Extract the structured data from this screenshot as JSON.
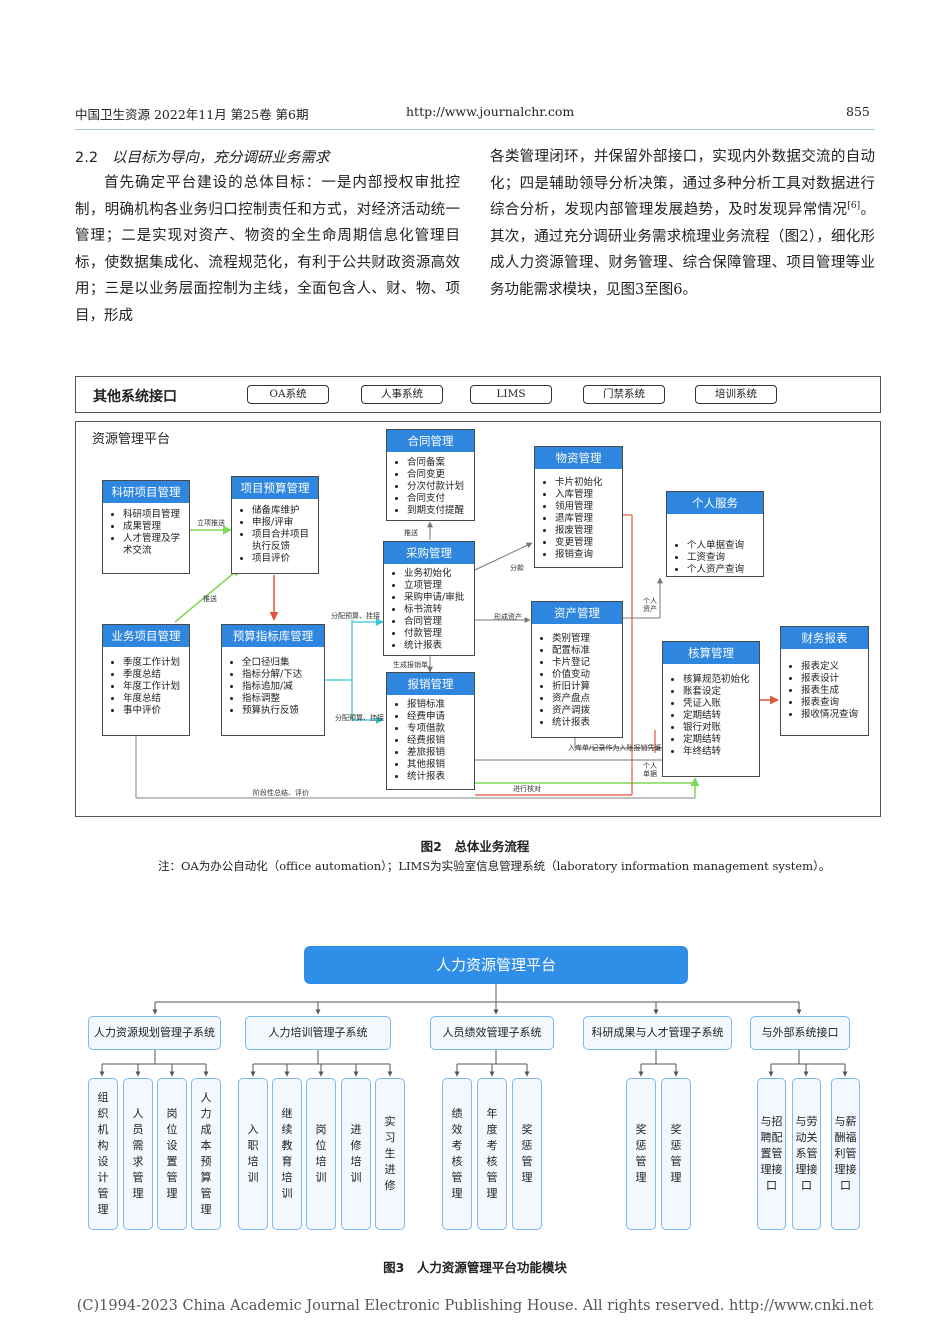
{
  "header": {
    "journal": "中国卫生资源  2022年11月  第25卷  第6期",
    "url": "http://www.journalchr.com",
    "page": "855"
  },
  "section": {
    "number": "2.2",
    "title": "以目标为导向，充分调研业务需求"
  },
  "body": {
    "left": "首先确定平台建设的总体目标：一是内部授权审批控制，明确机构各业务归口控制责任和方式，对经济活动统一管理；二是实现对资产、物资的全生命周期信息化管理目标，使数据集成化、流程规范化，有利于公共财政资源高效用；三是以业务层面控制为主线，全面包含人、财、物、项目，形成",
    "right": "各类管理闭环，并保留外部接口，实现内外数据交流的自动化；四是辅助领导分析决策，通过多种分析工具对数据进行综合分析，发现内部管理发展趋势，及时发现异常情况",
    "right_ref": "[6]",
    "right_tail": "。其次，通过充分调研业务需求梳理业务流程（图2），细化形成人力资源管理、财务管理、综合保障管理、项目管理等业务功能需求模块，见图3至图6。"
  },
  "fig2": {
    "interface_title": "其他系统接口",
    "interfaces": [
      "OA系统",
      "人事系统",
      "LIMS",
      "门禁系统",
      "培训系统"
    ],
    "platform_title": "资源管理平台",
    "boxes": {
      "kyxm": {
        "title": "科研项目管理",
        "items": [
          "科研项目管理",
          "成果管理",
          "人才管理及学术交流"
        ]
      },
      "xmys": {
        "title": "项目预算管理",
        "items": [
          "储备库维护",
          "申报/评审",
          "项目合并项目执行反馈",
          "项目评价"
        ]
      },
      "ywxm": {
        "title": "业务项目管理",
        "items": [
          "季度工作计划",
          "季度总结",
          "年度工作计划",
          "年度总结",
          "事中评价"
        ]
      },
      "yszb": {
        "title": "预算指标库管理",
        "items": [
          "全口径归集",
          "指标分解/下达",
          "指标追加/减",
          "指标调整",
          "预算执行反馈"
        ]
      },
      "htgl": {
        "title": "合同管理",
        "items": [
          "合同备案",
          "合同变更",
          "分次付款计划",
          "合同支付",
          "到期支付提醒"
        ]
      },
      "cggl": {
        "title": "采购管理",
        "items": [
          "业务初始化",
          "立项管理",
          "采购申请/审批",
          "标书流转",
          "合同管理",
          "付款管理",
          "统计报表"
        ]
      },
      "bxgl": {
        "title": "报销管理",
        "items": [
          "报销标准",
          "经费申请",
          "专项借款",
          "经费报销",
          "差旅报销",
          "其他报销",
          "统计报表"
        ]
      },
      "wzgl": {
        "title": "物资管理",
        "items": [
          "卡片初始化",
          "入库管理",
          "领用管理",
          "退库管理",
          "报废管理",
          "变更管理",
          "报销查询"
        ]
      },
      "zcgl": {
        "title": "资产管理",
        "items": [
          "类别管理",
          "配置标准",
          "卡片登记",
          "价值变动",
          "折旧计算",
          "资产盘点",
          "资产调拨",
          "统计报表"
        ]
      },
      "grfw": {
        "title": "个人服务",
        "items": [
          "个人单据查询",
          "工资查询",
          "个人资产查询"
        ]
      },
      "hsgl": {
        "title": "核算管理",
        "items": [
          "核算规范初始化",
          "账套设定",
          "凭证入账",
          "定期结转",
          "银行对账",
          "定期结转",
          "年终结转"
        ]
      },
      "cwbb": {
        "title": "财务报表",
        "items": [
          "报表定义",
          "报表设计",
          "报表生成",
          "报表查询",
          "报收情况查询"
        ]
      }
    },
    "labels": {
      "lxtj": "立项推送",
      "tuisong": "推送",
      "fpgj1": "分配预算、挂接",
      "fpgj2": "分配预算、挂接",
      "tuisong2": "推送",
      "scbxd": "生成报销单",
      "fenpai": "分款",
      "xczc": "形成资产",
      "grzc": "个人资产",
      "rkd": "入库单/记录作为入账报销凭证",
      "grdj": "个人单据",
      "jxhs": "进行核对",
      "jdzj": "阶段性总结、评价"
    },
    "caption": "图2　总体业务流程",
    "note": "注：OA为办公自动化（office automation）；LIMS为实验室信息管理系统（laboratory information management system）。"
  },
  "fig3": {
    "root": "人力资源管理平台",
    "subsystems": [
      {
        "label": "人力资源规划管理子系统",
        "leaves": [
          "组织机构设计管理",
          "人员需求管理",
          "岗位设置管理",
          "人力成本预算管理"
        ]
      },
      {
        "label": "人力培训管理子系统",
        "leaves": [
          "入职培训",
          "继续教育培训",
          "岗位培训",
          "进修培训",
          "实习生进修"
        ]
      },
      {
        "label": "人员绩效管理子系统",
        "leaves": [
          "绩效考核管理",
          "年度考核管理",
          "奖惩管理"
        ]
      },
      {
        "label": "科研成果与人才管理子系统",
        "leaves": [
          "奖惩管理",
          "奖惩管理"
        ]
      },
      {
        "label": "与外部系统接口",
        "leaves": [
          "与招聘配置管理接口",
          "与劳动关系管理接口",
          "与薪酬福利管理接口"
        ]
      }
    ],
    "caption": "图3　人力资源管理平台功能模块"
  },
  "footer": "(C)1994-2023 China Academic Journal Electronic Publishing House. All rights reserved.    http://www.cnki.net",
  "colors": {
    "box_title": "#2e86de",
    "root": "#2f8fe8",
    "leaf_border": "#7fb9ef",
    "green_arrow": "#7ed957",
    "red_arrow": "#e2563b",
    "cyan_arrow": "#35c7d6"
  }
}
